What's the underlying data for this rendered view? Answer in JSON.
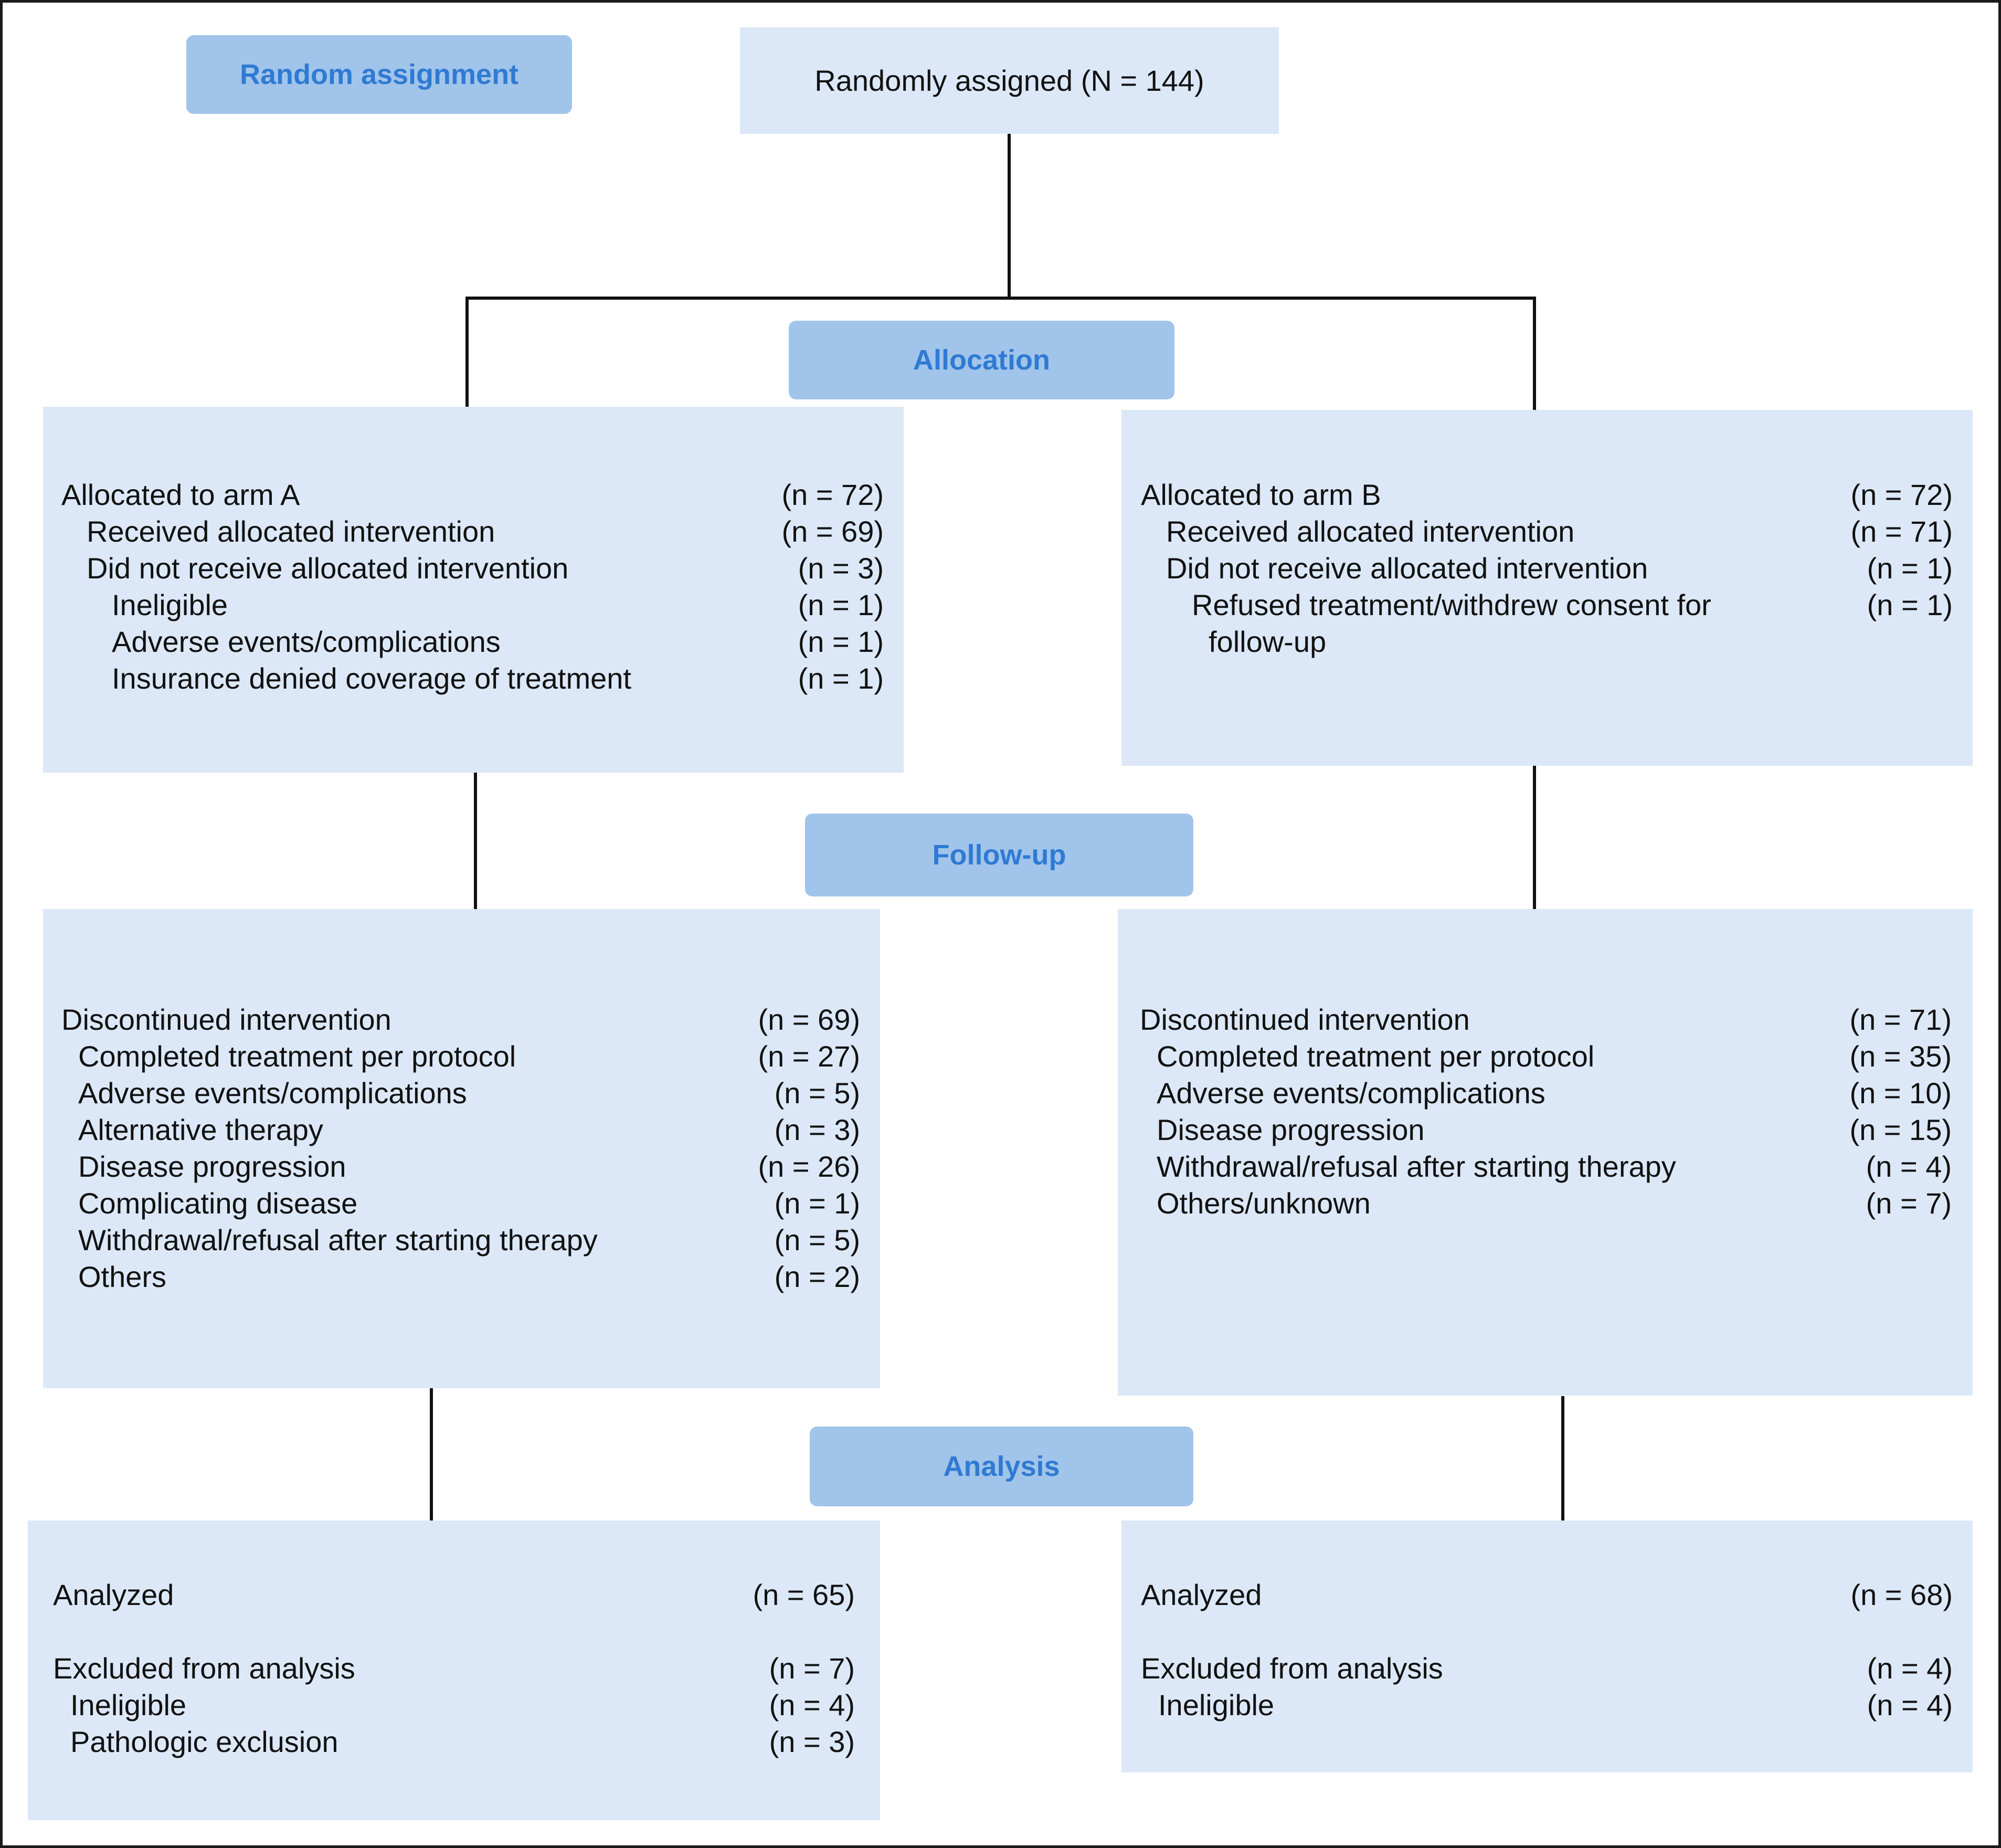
{
  "stages": {
    "random_assignment": "Random assignment",
    "allocation": "Allocation",
    "follow_up": "Follow-up",
    "analysis": "Analysis"
  },
  "randomized": {
    "text": "Randomly assigned (N = 144)"
  },
  "arm_a": {
    "allocation": [
      {
        "label": "Allocated to arm A",
        "n": "(n = 72)"
      },
      {
        "label": "Received allocated intervention",
        "n": "(n = 69)"
      },
      {
        "label": "Did not receive allocated intervention",
        "n": "(n = 3)"
      },
      {
        "label": "Ineligible",
        "n": "(n = 1)"
      },
      {
        "label": "Adverse events/complications",
        "n": "(n = 1)"
      },
      {
        "label": "Insurance denied coverage of treatment",
        "n": "(n = 1)"
      }
    ],
    "follow_up": [
      {
        "label": "Discontinued intervention",
        "n": "(n = 69)"
      },
      {
        "label": "Completed treatment per protocol",
        "n": "(n = 27)"
      },
      {
        "label": "Adverse events/complications",
        "n": "(n = 5)"
      },
      {
        "label": "Alternative therapy",
        "n": "(n = 3)"
      },
      {
        "label": "Disease progression",
        "n": "(n = 26)"
      },
      {
        "label": "Complicating disease",
        "n": "(n = 1)"
      },
      {
        "label": "Withdrawal/refusal after starting therapy",
        "n": "(n = 5)"
      },
      {
        "label": "Others",
        "n": "(n = 2)"
      }
    ],
    "analysis": [
      {
        "label": "Analyzed",
        "n": "(n = 65)"
      },
      {
        "label": "Excluded from analysis",
        "n": "(n = 7)"
      },
      {
        "label": "Ineligible",
        "n": "(n = 4)"
      },
      {
        "label": "Pathologic exclusion",
        "n": "(n = 3)"
      }
    ]
  },
  "arm_b": {
    "allocation": [
      {
        "label": "Allocated to arm B",
        "n": "(n = 72)"
      },
      {
        "label": "Received allocated intervention",
        "n": "(n = 71)"
      },
      {
        "label": "Did not receive allocated intervention",
        "n": "(n = 1)"
      },
      {
        "label": "Refused treatment/withdrew consent for",
        "n": "(n = 1)"
      },
      {
        "label": "follow-up",
        "n": ""
      }
    ],
    "follow_up": [
      {
        "label": "Discontinued intervention",
        "n": "(n = 71)"
      },
      {
        "label": "Completed treatment per protocol",
        "n": "(n = 35)"
      },
      {
        "label": "Adverse events/complications",
        "n": "(n = 10)"
      },
      {
        "label": "Disease progression",
        "n": "(n = 15)"
      },
      {
        "label": "Withdrawal/refusal after starting therapy",
        "n": "(n = 4)"
      },
      {
        "label": "Others/unknown",
        "n": "(n = 7)"
      }
    ],
    "analysis": [
      {
        "label": "Analyzed",
        "n": "(n = 68)"
      },
      {
        "label": "Excluded from analysis",
        "n": "(n = 4)"
      },
      {
        "label": "Ineligible",
        "n": "(n = 4)"
      }
    ]
  },
  "colors": {
    "stage_label_bg": "#a1c4ea",
    "stage_label_text": "#2f7ad3",
    "box_bg": "#dce8f7",
    "line": "#111111"
  }
}
